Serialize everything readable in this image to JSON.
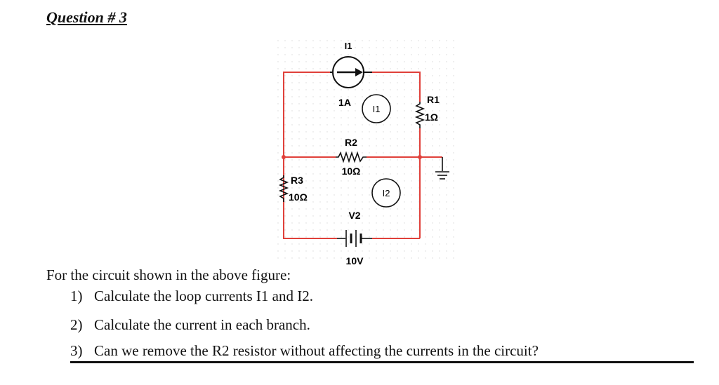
{
  "heading": "Question # 3",
  "circuit": {
    "source_name": "I1",
    "source_value": "1A",
    "r1_name": "R1",
    "r1_value": "1Ω",
    "r2_name": "R2",
    "r2_value": "10Ω",
    "r3_name": "R3",
    "r3_value": "10Ω",
    "v2_name": "V2",
    "v2_value": "10V",
    "loop1_label": "I1",
    "loop2_label": "I2",
    "wire_color": "#e0403a"
  },
  "problem": {
    "intro": "For the circuit shown in the above figure:",
    "items": [
      {
        "num": "1)",
        "text": "Calculate the loop currents I1 and I2."
      },
      {
        "num": "2)",
        "text": "Calculate the current in each branch."
      },
      {
        "num": "3)",
        "text": "Can we remove the R2 resistor without affecting the currents in the circuit?"
      }
    ]
  }
}
